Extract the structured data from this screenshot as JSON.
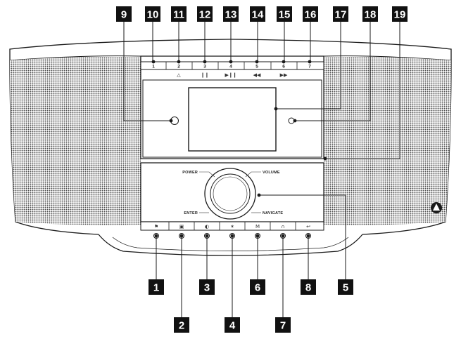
{
  "callouts_top": [
    "9",
    "10",
    "11",
    "12",
    "13",
    "14",
    "15",
    "16",
    "17",
    "18",
    "19"
  ],
  "callouts_bottom": [
    "1",
    "2",
    "3",
    "4",
    "5",
    "6",
    "7",
    "8"
  ],
  "preset_buttons": [
    "1",
    "2",
    "3",
    "4",
    "5",
    "6",
    "7"
  ],
  "preset_symbols": [
    "△",
    "❙❙",
    "▶❙❙",
    "◀◀",
    "▶▶"
  ],
  "knob_labels": {
    "power": "POWER",
    "volume": "VOLUME",
    "enter": "ENTER",
    "navigate": "NAVIGATE"
  },
  "bottom_button_symbols": [
    "⚑",
    "▣",
    "◐",
    "✶",
    "M",
    "∩",
    "↩"
  ],
  "colors": {
    "callout_bg": "#111111",
    "callout_text": "#ffffff",
    "outline": "#1a1a1a",
    "speaker_dots": "#555555"
  }
}
